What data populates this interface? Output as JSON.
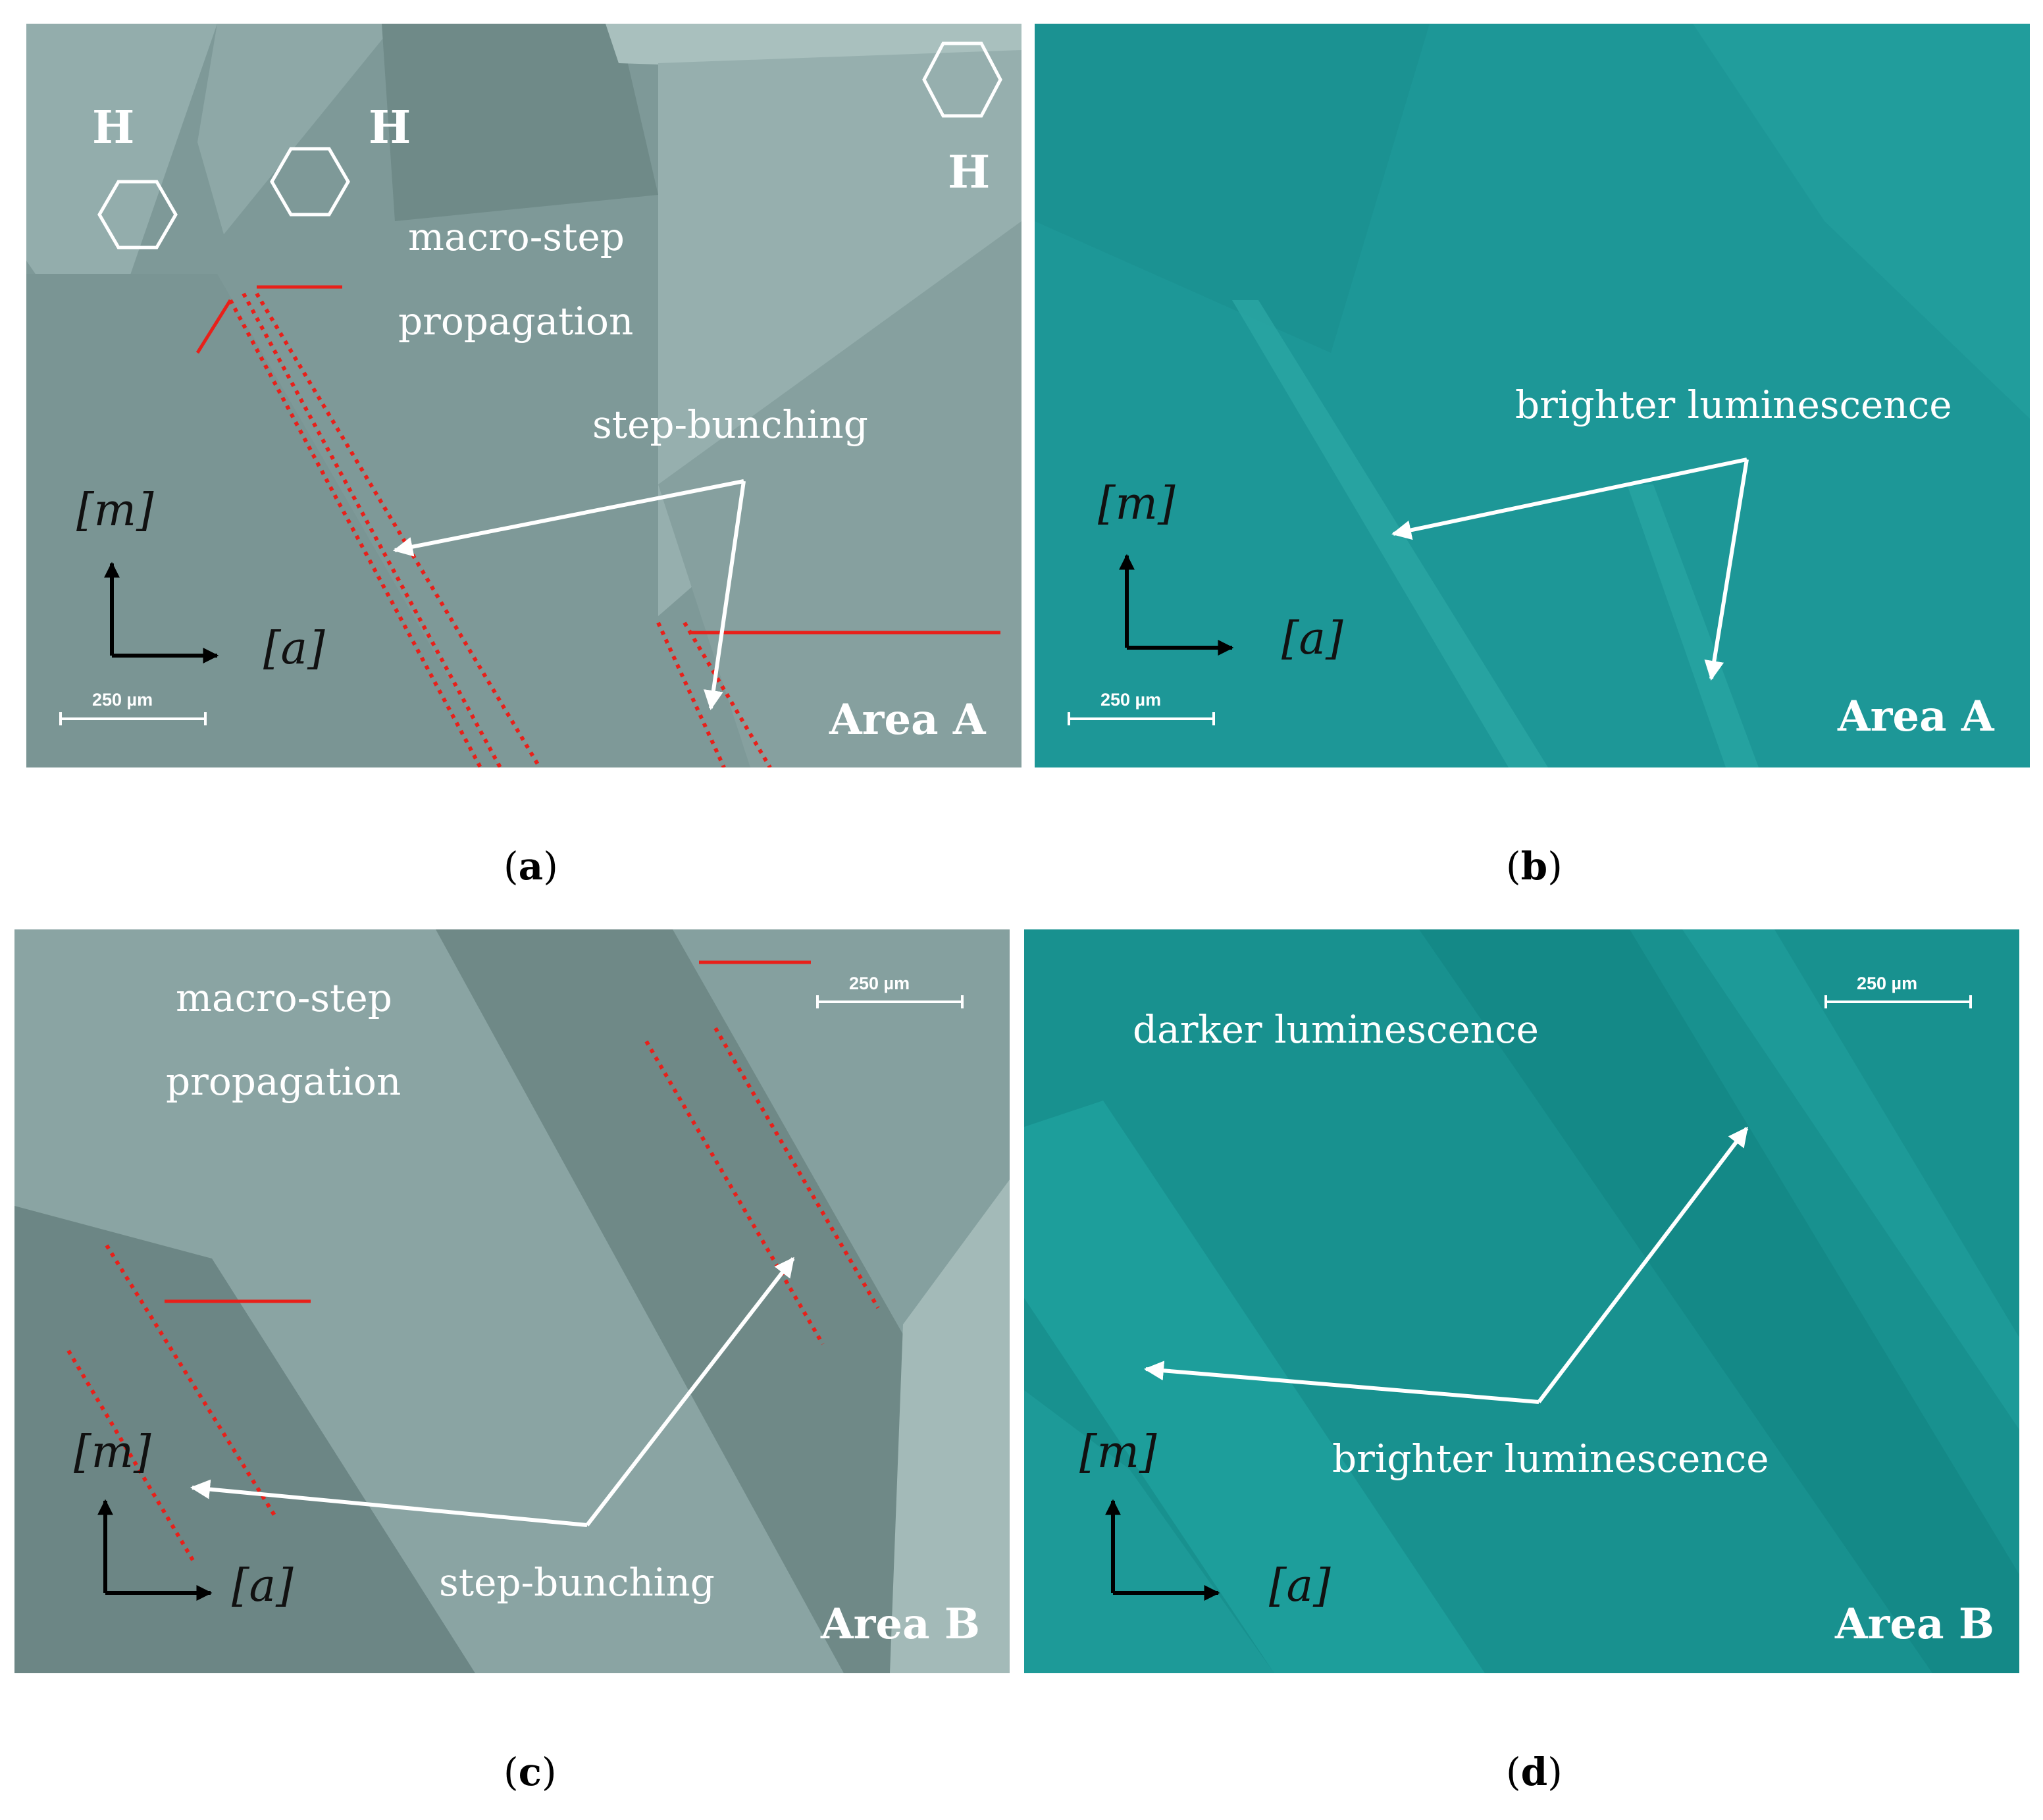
{
  "panels": {
    "a": {
      "area": "Area A",
      "macro_line1": "macro-step",
      "macro_line2": "propagation",
      "step_bunching": "step-bunching",
      "h1": "H",
      "h2": "H",
      "h3": "H",
      "dir_m": "[m]",
      "dir_a": "[a]",
      "scale": "250 µm",
      "caption": "a"
    },
    "b": {
      "area": "Area A",
      "brighter": "brighter luminescence",
      "dir_m": "[m]",
      "dir_a": "[a]",
      "scale": "250 µm",
      "caption": "b"
    },
    "c": {
      "area": "Area B",
      "macro_line1": "macro-step",
      "macro_line2": "propagation",
      "step_bunching": "step-bunching",
      "dir_m": "[m]",
      "dir_a": "[a]",
      "scale": "250 µm",
      "caption": "c"
    },
    "d": {
      "area": "Area B",
      "darker": "darker luminescence",
      "brighter": "brighter luminescence",
      "dir_m": "[m]",
      "dir_a": "[a]",
      "scale": "250 µm",
      "caption": "d"
    }
  },
  "colors": {
    "micro_bg": "#7f9b9a",
    "lum_bg": "#1f9a9a",
    "marker_red": "#e8201a",
    "annotation_white": "#ffffff"
  }
}
